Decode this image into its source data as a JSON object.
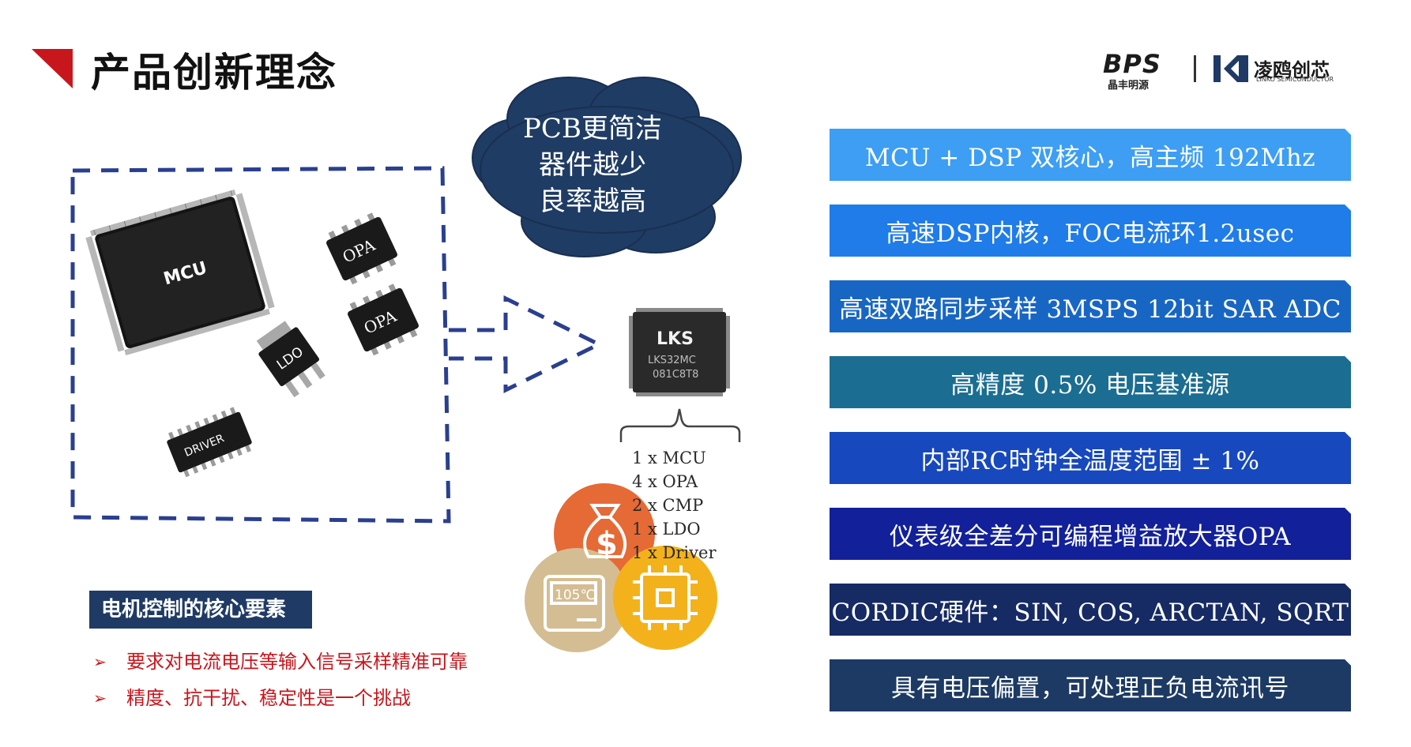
{
  "header": {
    "title": "产品创新理念",
    "logo_bps": "BPS",
    "logo_bps_sub": "晶丰明源",
    "logo_lk_name": "凌鸥创芯",
    "logo_lk_sub": "LINKO SEMICONDUCTOR"
  },
  "cloud": {
    "line1": "PCB更简洁",
    "line2": "器件越少",
    "line3": "良率越高"
  },
  "components": {
    "mcu": "MCU",
    "opa1": "OPA",
    "opa2": "OPA",
    "ldo": "LDO",
    "driver": "DRIVER"
  },
  "chip": {
    "brand": "LKS",
    "model": "LKS32MC",
    "code": "081C8T8"
  },
  "chip_list": [
    "1 x MCU",
    "4 x OPA",
    "2 x CMP",
    "1 x LDO",
    "1 x Driver"
  ],
  "icons": {
    "temp_label": "105℃"
  },
  "core": {
    "title": "电机控制的核心要素",
    "bullets": [
      "要求对电流电压等输入信号采样精准可靠",
      "精度、抗干扰、稳定性是一个挑战"
    ],
    "arrow": "➢"
  },
  "features": [
    {
      "label": "MCU + DSP 双核心，高主频 192Mhz",
      "color": "#3d9ef3"
    },
    {
      "label": "高速DSP内核，FOC电流环1.2usec",
      "color": "#1f7ce8"
    },
    {
      "label": "高速双路同步采样 3MSPS 12bit SAR ADC",
      "color": "#1866c4"
    },
    {
      "label": "高精度 0.5% 电压基准源",
      "color": "#1b6d92"
    },
    {
      "label": "内部RC时钟全温度范围 ± 1%",
      "color": "#1748bd"
    },
    {
      "label": "仪表级全差分可编程增益放大器OPA",
      "color": "#12209a"
    },
    {
      "label": "CORDIC硬件：SIN, COS, ARCTAN, SQRT",
      "color": "#162a63"
    },
    {
      "label": "具有电压偏置，可处理正负电流讯号",
      "color": "#1c3a63"
    }
  ],
  "colors": {
    "accent_red": "#c8161d",
    "dash_blue": "#2a3f8f",
    "cloud": "#1f3c64"
  }
}
